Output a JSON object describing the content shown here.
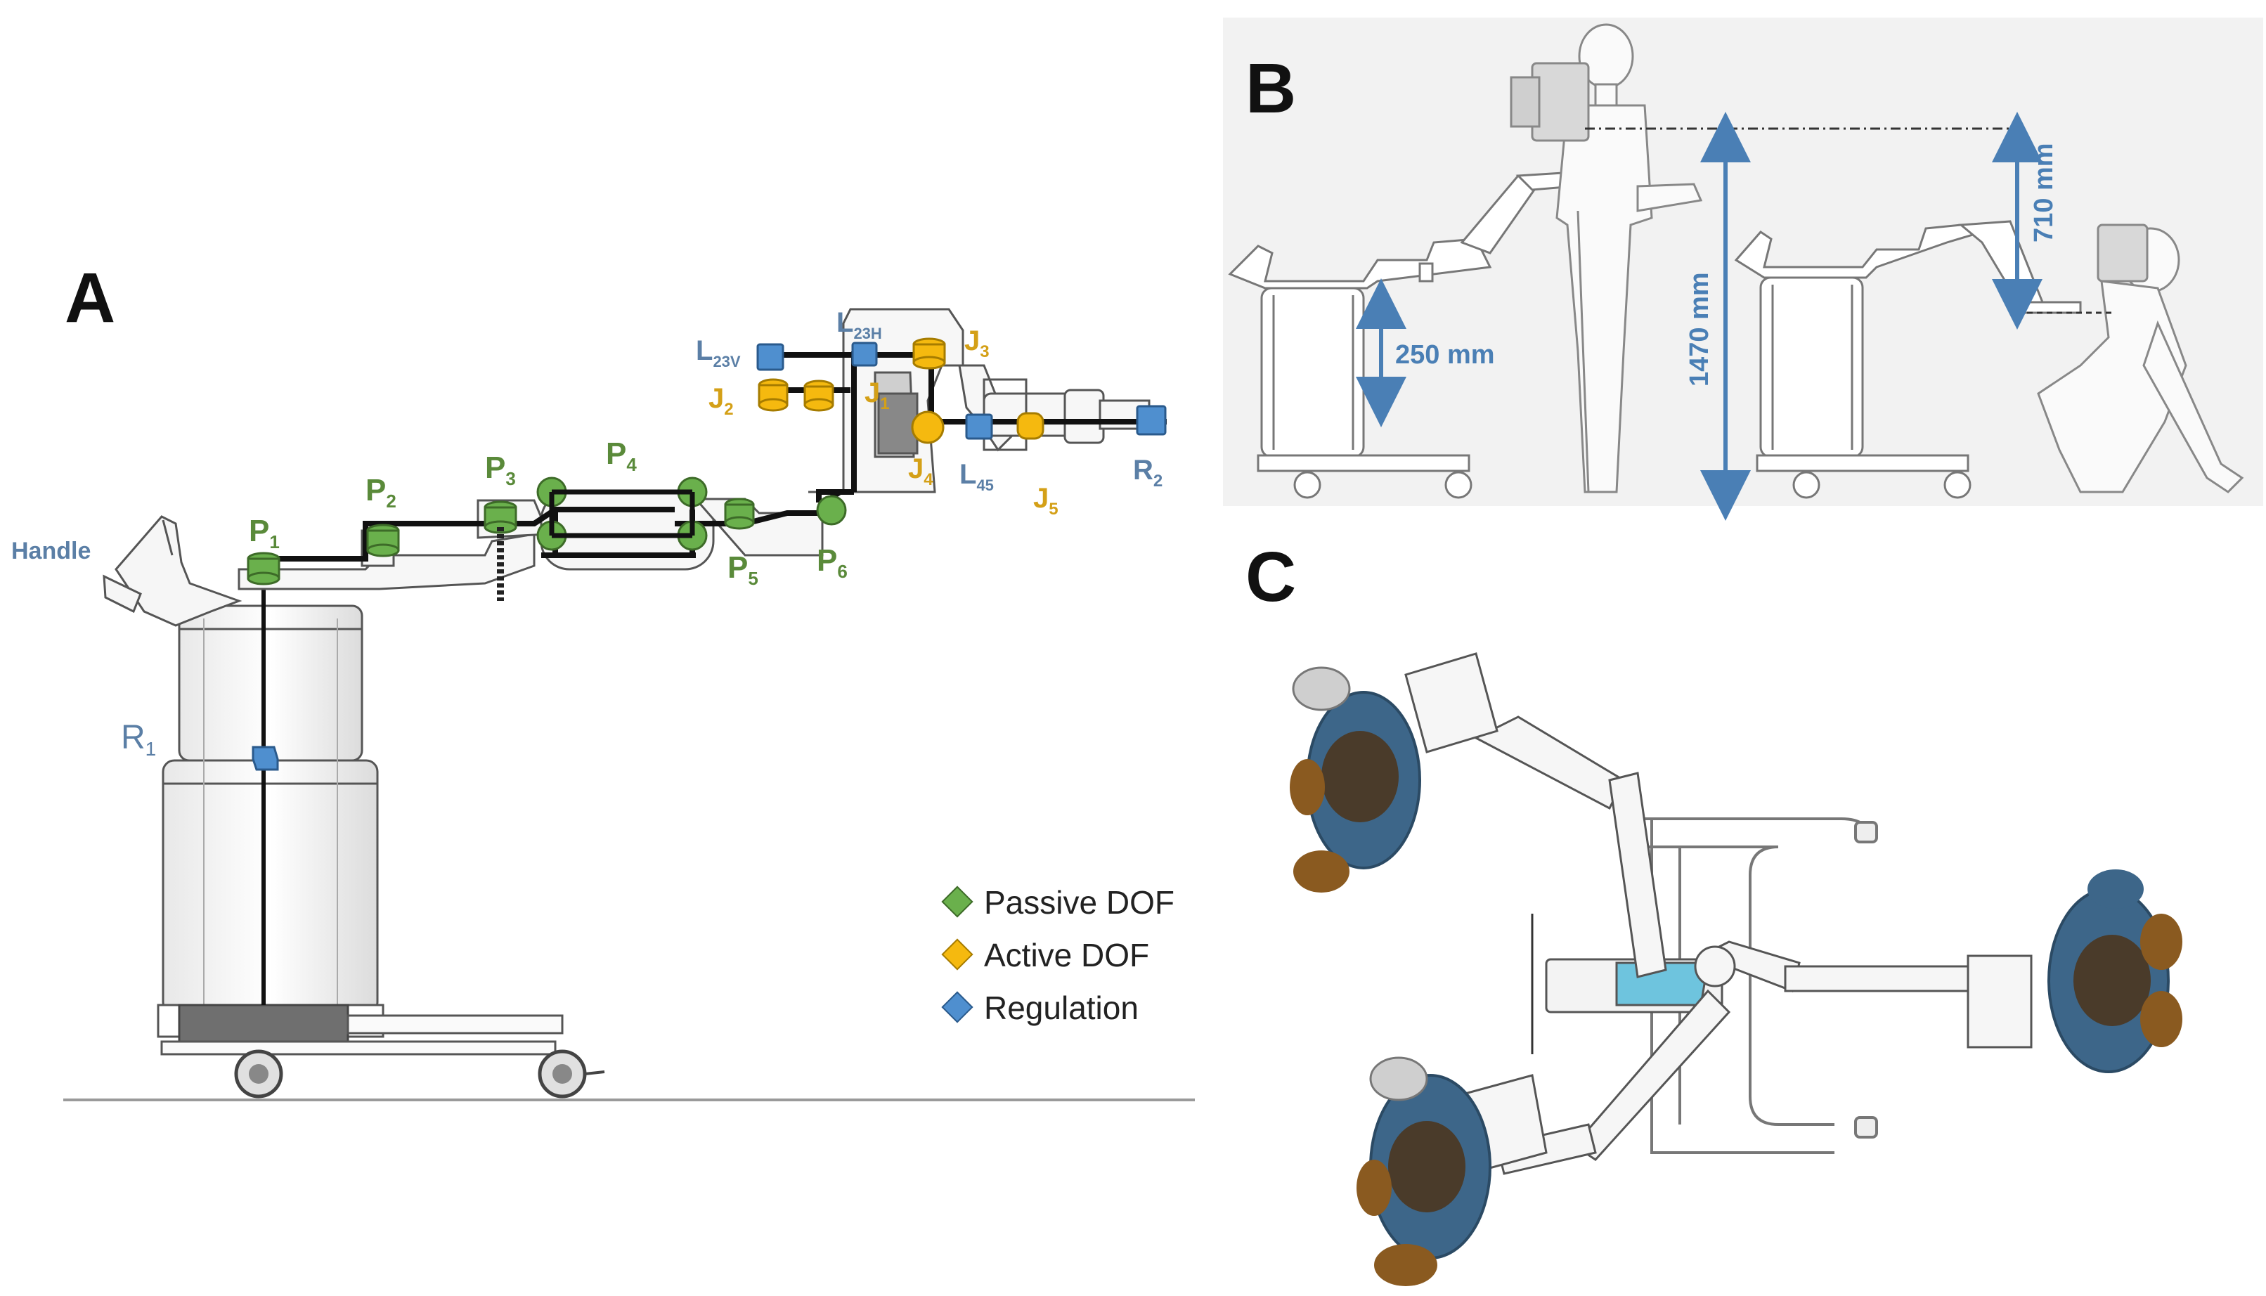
{
  "panels": {
    "a": {
      "letter": "A",
      "handle_label": "Handle",
      "joints": {
        "p1": {
          "main": "P",
          "sub": "1"
        },
        "p2": {
          "main": "P",
          "sub": "2"
        },
        "p3": {
          "main": "P",
          "sub": "3"
        },
        "p4": {
          "main": "P",
          "sub": "4"
        },
        "p5": {
          "main": "P",
          "sub": "5"
        },
        "p6": {
          "main": "P",
          "sub": "6"
        },
        "r1": {
          "main": "R",
          "sub": "1"
        },
        "r2": {
          "main": "R",
          "sub": "2"
        },
        "l23v": {
          "main": "L",
          "sub": "23V"
        },
        "l23h": {
          "main": "L",
          "sub": "23H"
        },
        "l45": {
          "main": "L",
          "sub": "45"
        },
        "j1": {
          "main": "J",
          "sub": "1"
        },
        "j2": {
          "main": "J",
          "sub": "2"
        },
        "j3": {
          "main": "J",
          "sub": "3"
        },
        "j4": {
          "main": "J",
          "sub": "4"
        },
        "j5": {
          "main": "J",
          "sub": "5"
        }
      },
      "legend": [
        {
          "label": "Passive DOF",
          "color": "#6ab04c"
        },
        {
          "label": "Active DOF",
          "color": "#f5b90f"
        },
        {
          "label": "Regulation",
          "color": "#4f8fcf"
        }
      ]
    },
    "b": {
      "letter": "B",
      "dim_250": "250 mm",
      "dim_1470": "1470 mm",
      "dim_710": "710 mm"
    },
    "c": {
      "letter": "C"
    }
  },
  "colors": {
    "passive": "#6ab04c",
    "active": "#f5b90f",
    "regulation": "#4f8fcf",
    "label_blue": "#5b7fa6",
    "label_green": "#5a8a3a",
    "label_gold": "#d4a017",
    "dim_arrow": "#4a7fb5",
    "body_blue": "#3d6689"
  }
}
